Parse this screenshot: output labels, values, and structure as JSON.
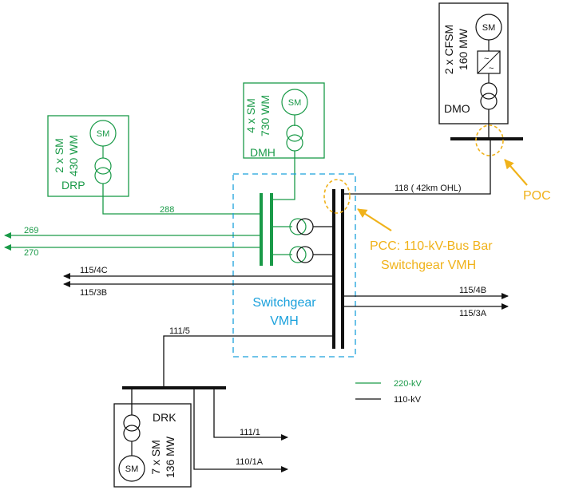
{
  "colors": {
    "green": "#1a9a48",
    "black": "#111111",
    "orange": "#f0b21a",
    "blue": "#1ba1dc"
  },
  "drp": {
    "sm": "SM",
    "rating_line1": "2 x SM",
    "rating_line2": "430 WM",
    "name": "DRP"
  },
  "dmh": {
    "sm": "SM",
    "rating_line1": "4 x SM",
    "rating_line2": "730 WM",
    "name": "DMH"
  },
  "dmo": {
    "sm": "SM",
    "rating_line1": "2 x CFSM",
    "rating_line2": "160 MW",
    "name": "DMO"
  },
  "drk": {
    "sm": "SM",
    "rating_line1": "7 x SM",
    "rating_line2": "136 MW",
    "name": "DRK"
  },
  "lines": {
    "l288": "288",
    "l269": "269",
    "l270": "270",
    "l118": "118 ( 42km OHL)",
    "l115_4c": "115/4C",
    "l115_3b": "115/3B",
    "l115_4b": "115/4B",
    "l115_3a": "115/3A",
    "l111_5": "111/5",
    "l111_1": "111/1",
    "l110_1a": "110/1A"
  },
  "pcc": {
    "line1": "PCC: 110-kV-Bus Bar",
    "line2": "Switchgear VMH"
  },
  "poc": "POC",
  "switchgear": {
    "line1": "Switchgear",
    "line2": "VMH"
  },
  "legend": {
    "kv220": "220-kV",
    "kv110": "110-kV"
  }
}
